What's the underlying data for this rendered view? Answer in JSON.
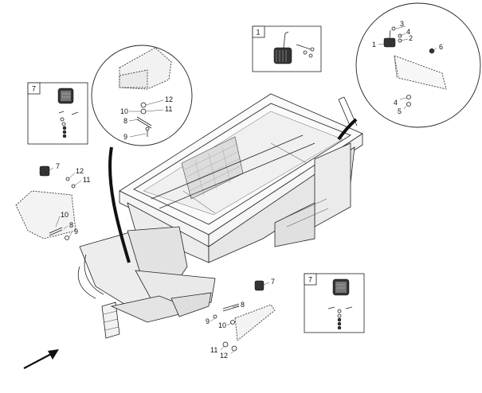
{
  "detail_boxes": [
    {
      "id": "box-top",
      "number": "1"
    },
    {
      "id": "box-left",
      "number": "7"
    },
    {
      "id": "box-right",
      "number": "7"
    }
  ],
  "circle_top_right_callouts": [
    "3",
    "4",
    "2",
    "1",
    "6",
    "4",
    "5"
  ],
  "circle_left_callouts": [
    "12",
    "11",
    "10",
    "8",
    "9"
  ],
  "left_lamp_callouts": [
    "7",
    "12",
    "11",
    "10",
    "8",
    "9"
  ],
  "bottom_lamp_callouts": [
    "7",
    "8",
    "9",
    "10",
    "11",
    "12"
  ]
}
